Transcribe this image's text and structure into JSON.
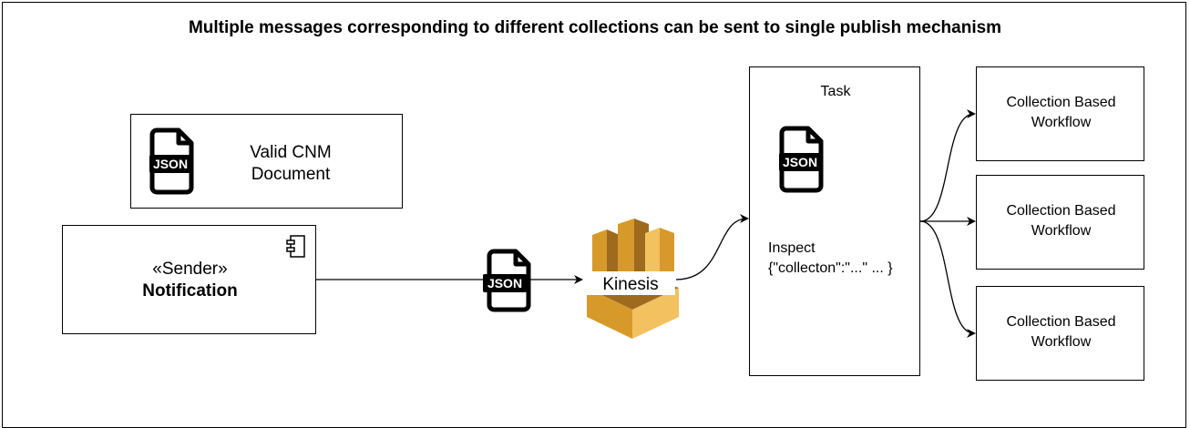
{
  "title": "Multiple messages corresponding to different collections can be sent to single publish mechanism",
  "cnm_document": {
    "line1": "Valid CNM",
    "line2": "Document",
    "icon": "json-file-icon"
  },
  "sender": {
    "stereotype": "«Sender»",
    "name": "Notification",
    "icon": "component-icon"
  },
  "message_icon": {
    "label": "JSON"
  },
  "kinesis": {
    "label": "Kinesis",
    "icon": "kinesis-icon"
  },
  "task": {
    "title": "Task",
    "inspect_line1": "Inspect",
    "inspect_line2": "{\"collecton\":\"...\" ... }",
    "icon": "json-file-icon"
  },
  "workflows": [
    {
      "line1": "Collection Based",
      "line2": "Workflow"
    },
    {
      "line1": "Collection Based",
      "line2": "Workflow"
    },
    {
      "line1": "Collection Based",
      "line2": "Workflow"
    }
  ],
  "colors": {
    "kinesis_light": "#F3C160",
    "kinesis_mid": "#D79A2A",
    "kinesis_dark": "#9D6A1E",
    "stroke": "#000000"
  }
}
